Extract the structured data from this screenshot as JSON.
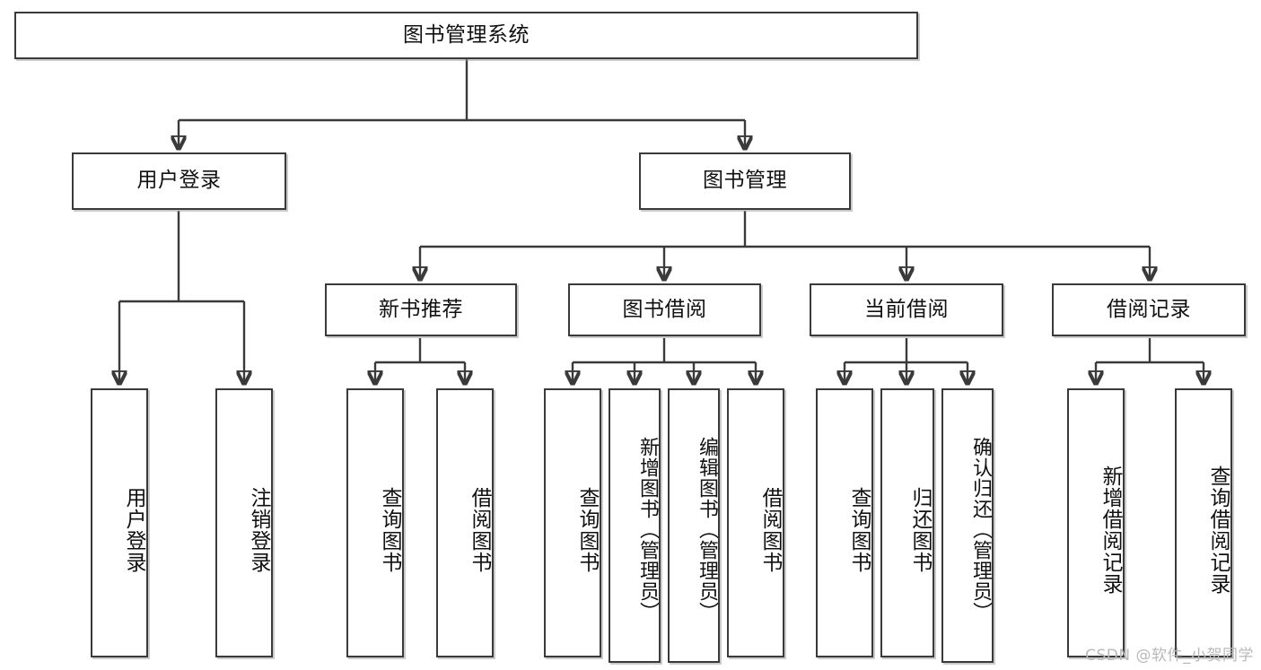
{
  "diagram": {
    "title": "图书管理系统",
    "type": "tree",
    "background_color": "#ffffff",
    "node_border_color": "#3a3a3a",
    "node_fill_color": "#ffffff",
    "text_color": "#111111",
    "orientation": "top-down",
    "levels": 4
  },
  "root": {
    "label": "图书管理系统"
  },
  "level2": [
    {
      "label": "用户登录"
    },
    {
      "label": "图书管理"
    }
  ],
  "level3": [
    {
      "label": "新书推荐"
    },
    {
      "label": "图书借阅"
    },
    {
      "label": "当前借阅"
    },
    {
      "label": "借阅记录"
    }
  ],
  "leaves": {
    "user_login": [
      {
        "label": "用户登录"
      },
      {
        "label": "注销登录"
      }
    ],
    "new_book_recommend": [
      {
        "label": "查询图书"
      },
      {
        "label": "借阅图书"
      }
    ],
    "book_borrow": [
      {
        "label": "查询图书"
      },
      {
        "label": "新增图书（管理员）"
      },
      {
        "label": "编辑图书（管理员）"
      },
      {
        "label": "借阅图书"
      }
    ],
    "current_borrow": [
      {
        "label": "查询图书"
      },
      {
        "label": "归还图书"
      },
      {
        "label": "确认归还（管理员）"
      }
    ],
    "borrow_record": [
      {
        "label": "新增借阅记录"
      },
      {
        "label": "查询借阅记录"
      }
    ]
  },
  "watermark": {
    "text": "CSDN @软件_小贺同学",
    "color": "#b9b9b9"
  },
  "chart_data": {
    "type": "tree",
    "title": "图书管理系统",
    "nodes": [
      {
        "id": "root",
        "label": "图书管理系统",
        "level": 0,
        "parent": null
      },
      {
        "id": "n_user_login",
        "label": "用户登录",
        "level": 1,
        "parent": "root"
      },
      {
        "id": "n_book_mgmt",
        "label": "图书管理",
        "level": 1,
        "parent": "root"
      },
      {
        "id": "n_new_book",
        "label": "新书推荐",
        "level": 2,
        "parent": "n_book_mgmt"
      },
      {
        "id": "n_borrow",
        "label": "图书借阅",
        "level": 2,
        "parent": "n_book_mgmt"
      },
      {
        "id": "n_current",
        "label": "当前借阅",
        "level": 2,
        "parent": "n_book_mgmt"
      },
      {
        "id": "n_record",
        "label": "借阅记录",
        "level": 2,
        "parent": "n_book_mgmt"
      },
      {
        "id": "l1",
        "label": "用户登录",
        "level": 3,
        "parent": "n_user_login"
      },
      {
        "id": "l2",
        "label": "注销登录",
        "level": 3,
        "parent": "n_user_login"
      },
      {
        "id": "l3",
        "label": "查询图书",
        "level": 3,
        "parent": "n_new_book"
      },
      {
        "id": "l4",
        "label": "借阅图书",
        "level": 3,
        "parent": "n_new_book"
      },
      {
        "id": "l5",
        "label": "查询图书",
        "level": 3,
        "parent": "n_borrow"
      },
      {
        "id": "l6",
        "label": "新增图书（管理员）",
        "level": 3,
        "parent": "n_borrow"
      },
      {
        "id": "l7",
        "label": "编辑图书（管理员）",
        "level": 3,
        "parent": "n_borrow"
      },
      {
        "id": "l8",
        "label": "借阅图书",
        "level": 3,
        "parent": "n_borrow"
      },
      {
        "id": "l9",
        "label": "查询图书",
        "level": 3,
        "parent": "n_current"
      },
      {
        "id": "l10",
        "label": "归还图书",
        "level": 3,
        "parent": "n_current"
      },
      {
        "id": "l11",
        "label": "确认归还（管理员）",
        "level": 3,
        "parent": "n_current"
      },
      {
        "id": "l12",
        "label": "新增借阅记录",
        "level": 3,
        "parent": "n_record"
      },
      {
        "id": "l13",
        "label": "查询借阅记录",
        "level": 3,
        "parent": "n_record"
      }
    ]
  }
}
